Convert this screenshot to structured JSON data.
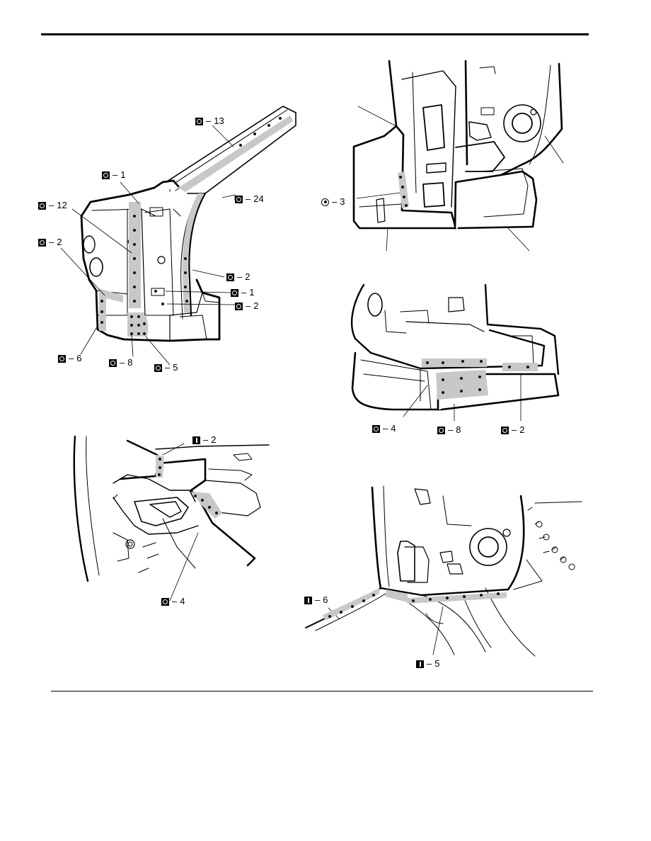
{
  "symbols": {
    "spot_weld": "spot-weld-icon",
    "seam_weld": "seam-weld-icon",
    "round_weld": "round-weld-icon"
  },
  "colors": {
    "line": "#000000",
    "weld_area": "#c8c8c8",
    "weld_dot": "#111111",
    "background": "#ffffff"
  },
  "callouts": {
    "front_pillar": [
      {
        "id": "fp-13",
        "symbol": "spot",
        "dash": "–",
        "count": "13"
      },
      {
        "id": "fp-1a",
        "symbol": "spot",
        "dash": "–",
        "count": "1"
      },
      {
        "id": "fp-24",
        "symbol": "spot",
        "dash": "–",
        "count": "24"
      },
      {
        "id": "fp-12",
        "symbol": "spot",
        "dash": "–",
        "count": "12"
      },
      {
        "id": "fp-2a",
        "symbol": "spot",
        "dash": "–",
        "count": "2"
      },
      {
        "id": "fp-2b",
        "symbol": "spot",
        "dash": "–",
        "count": "2"
      },
      {
        "id": "fp-1b",
        "symbol": "spot",
        "dash": "–",
        "count": "1"
      },
      {
        "id": "fp-2c",
        "symbol": "spot",
        "dash": "–",
        "count": "2"
      },
      {
        "id": "fp-6",
        "symbol": "spot",
        "dash": "–",
        "count": "6"
      },
      {
        "id": "fp-8",
        "symbol": "spot",
        "dash": "–",
        "count": "8"
      },
      {
        "id": "fp-5",
        "symbol": "spot",
        "dash": "–",
        "count": "5"
      }
    ],
    "upper_right": [
      {
        "id": "ur-3",
        "symbol": "circ",
        "dash": "–",
        "count": "3"
      }
    ],
    "middle_right": [
      {
        "id": "mr-4",
        "symbol": "spot",
        "dash": "–",
        "count": "4"
      },
      {
        "id": "mr-8",
        "symbol": "spot",
        "dash": "–",
        "count": "8"
      },
      {
        "id": "mr-2",
        "symbol": "spot",
        "dash": "–",
        "count": "2"
      }
    ],
    "lower_left": [
      {
        "id": "ll-2",
        "symbol": "seam",
        "dash": "–",
        "count": "2"
      },
      {
        "id": "ll-4",
        "symbol": "spot",
        "dash": "–",
        "count": "4"
      }
    ],
    "lower_right": [
      {
        "id": "lr-6",
        "symbol": "seam",
        "dash": "–",
        "count": "6"
      },
      {
        "id": "lr-5",
        "symbol": "seam",
        "dash": "–",
        "count": "5"
      }
    ]
  }
}
